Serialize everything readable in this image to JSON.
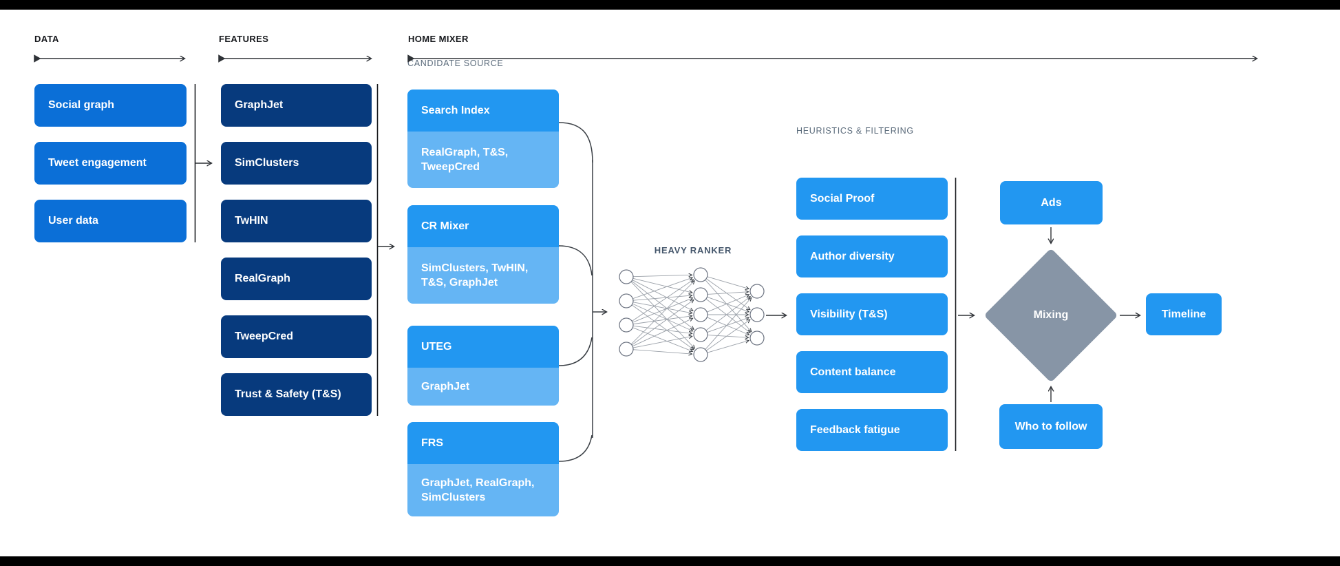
{
  "headers": {
    "data": "DATA",
    "features": "FEATURES",
    "home_mixer": "HOME MIXER",
    "candidate_source": "CANDIDATE SOURCE",
    "heavy_ranker": "HEAVY RANKER",
    "heuristics": "HEURISTICS & FILTERING"
  },
  "data_column": {
    "items": [
      "Social graph",
      "Tweet engagement",
      "User data"
    ]
  },
  "features_column": {
    "items": [
      "GraphJet",
      "SimClusters",
      "TwHIN",
      "RealGraph",
      "TweepCred",
      "Trust & Safety (T&S)"
    ]
  },
  "candidate_sources": [
    {
      "name": "Search Index",
      "uses": "RealGraph, T&S, TweepCred"
    },
    {
      "name": "CR Mixer",
      "uses": "SimClusters, TwHIN, T&S, GraphJet"
    },
    {
      "name": "UTEG",
      "uses": "GraphJet"
    },
    {
      "name": "FRS",
      "uses": "GraphJet, RealGraph, SimClusters"
    }
  ],
  "heuristics_column": {
    "items": [
      "Social Proof",
      "Author diversity",
      "Visibility (T&S)",
      "Content balance",
      "Feedback fatigue"
    ]
  },
  "mixing_section": {
    "ads": "Ads",
    "mixing": "Mixing",
    "who_to_follow": "Who to follow",
    "timeline": "Timeline"
  },
  "palette": {
    "frame_bar": "#000000",
    "data_box": "#0b6fd7",
    "feature_box": "#073a7d",
    "source_header": "#2297f1",
    "source_sub": "#65b5f4",
    "heuristic_box": "#2297f1",
    "diamond": "#8795a6",
    "section_label_gray": "#5b6b7b",
    "header_label_dark": "#16181c",
    "ranker_label": "#44566b",
    "flow_line": "#2f3237"
  }
}
